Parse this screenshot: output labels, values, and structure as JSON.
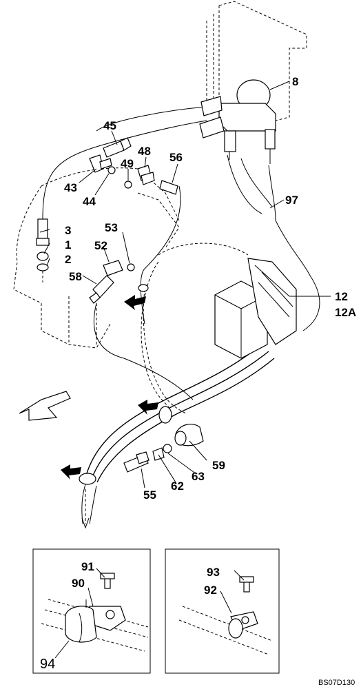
{
  "drawing_code": "BS07D130",
  "labels": [
    {
      "id": "8",
      "text": "8"
    },
    {
      "id": "45",
      "text": "45"
    },
    {
      "id": "48",
      "text": "48"
    },
    {
      "id": "49",
      "text": "49"
    },
    {
      "id": "56",
      "text": "56"
    },
    {
      "id": "43",
      "text": "43"
    },
    {
      "id": "44",
      "text": "44"
    },
    {
      "id": "97",
      "text": "97"
    },
    {
      "id": "3",
      "text": "3"
    },
    {
      "id": "1",
      "text": "1"
    },
    {
      "id": "2",
      "text": "2"
    },
    {
      "id": "53",
      "text": "53"
    },
    {
      "id": "52",
      "text": "52"
    },
    {
      "id": "58",
      "text": "58"
    },
    {
      "id": "12",
      "text": "12"
    },
    {
      "id": "12A",
      "text": "12A"
    },
    {
      "id": "59",
      "text": "59"
    },
    {
      "id": "63",
      "text": "63"
    },
    {
      "id": "62",
      "text": "62"
    },
    {
      "id": "55",
      "text": "55"
    },
    {
      "id": "91",
      "text": "91"
    },
    {
      "id": "90",
      "text": "90"
    },
    {
      "id": "94",
      "text": "94"
    },
    {
      "id": "93",
      "text": "93"
    },
    {
      "id": "92",
      "text": "92"
    }
  ]
}
